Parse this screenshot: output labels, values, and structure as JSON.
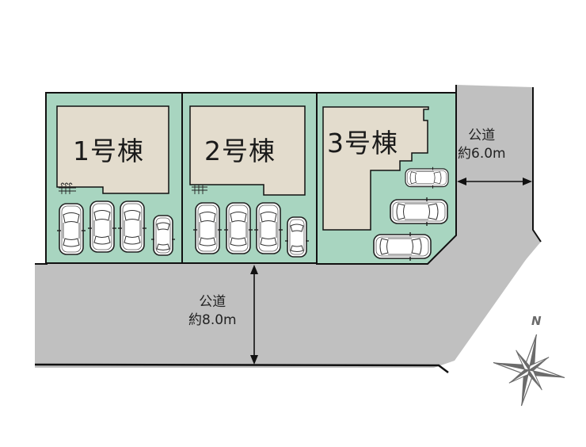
{
  "site_plan": {
    "colors": {
      "lot_fill": "#a8d5c0",
      "building_fill": "#e3dccd",
      "road_fill": "#c0c0c0",
      "outline": "#111111",
      "compass": "#6b6b6b",
      "background": "#ffffff"
    },
    "buildings": [
      {
        "label": "1号棟",
        "parking_spaces": 4
      },
      {
        "label": "2号棟",
        "parking_spaces": 4
      },
      {
        "label": "3号棟",
        "parking_spaces": 3
      }
    ],
    "roads": [
      {
        "name": "公道",
        "width_label": "約8.0m",
        "position": "south"
      },
      {
        "name": "公道",
        "width_label": "約6.0m",
        "position": "east"
      }
    ],
    "compass": {
      "label": "N"
    }
  }
}
